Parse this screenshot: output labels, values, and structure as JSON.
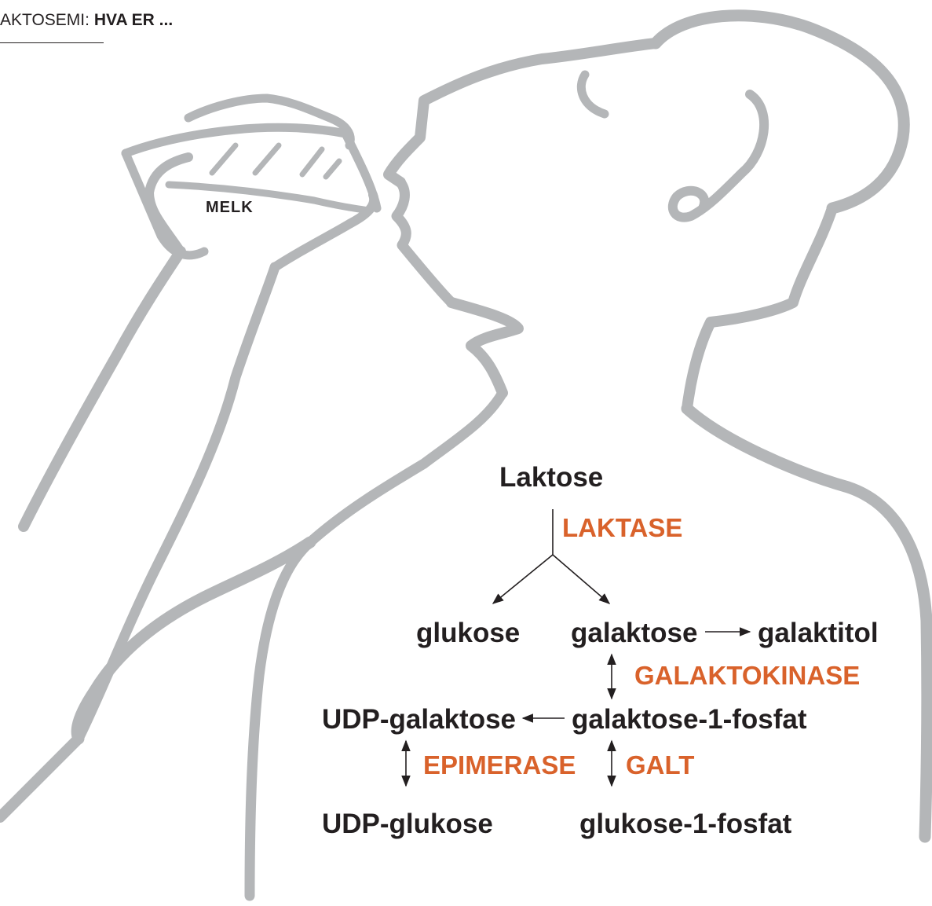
{
  "header": {
    "prefix": "AKTOSEMI:",
    "title": "HVA ER ..."
  },
  "glass_label": "MELK",
  "pathway": {
    "substrate": "Laktose",
    "enzyme_lactase": "LAKTASE",
    "glucose": "glukose",
    "galactose": "galaktose",
    "galactitol": "galaktitol",
    "enzyme_galactokinase": "GALAKTOKINASE",
    "udp_galactose": "UDP-galaktose",
    "galactose_1_phosphate": "galaktose-1-fosfat",
    "enzyme_epimerase": "EPIMERASE",
    "enzyme_galt": "GALT",
    "udp_glucose": "UDP-glukose",
    "glucose_1_phosphate": "glukose-1-fosfat"
  },
  "colors": {
    "text": "#231f20",
    "enzyme": "#d9622b",
    "sketch": "#b4b6b8"
  }
}
